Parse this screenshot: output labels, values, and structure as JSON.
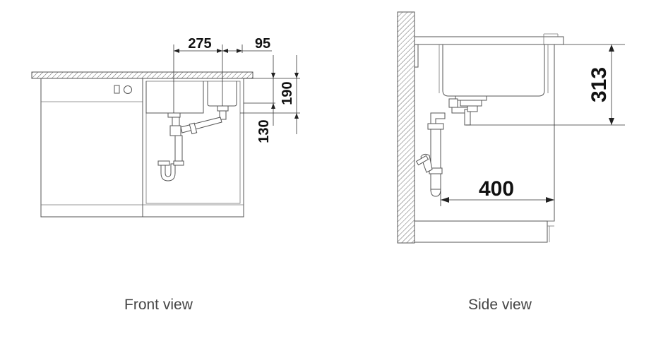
{
  "front_view": {
    "caption": "Front view",
    "dimensions": {
      "bowl_center_spacing": "275",
      "drain_offset": "95",
      "drain_height": "190",
      "pipe_height": "130"
    },
    "icon": "appliance-controls-icon"
  },
  "side_view": {
    "caption": "Side view",
    "dimensions": {
      "depth_to_drain": "313",
      "wall_distance": "400"
    }
  },
  "colors": {
    "line": "#555555",
    "text": "#111111",
    "caption": "#444444"
  }
}
